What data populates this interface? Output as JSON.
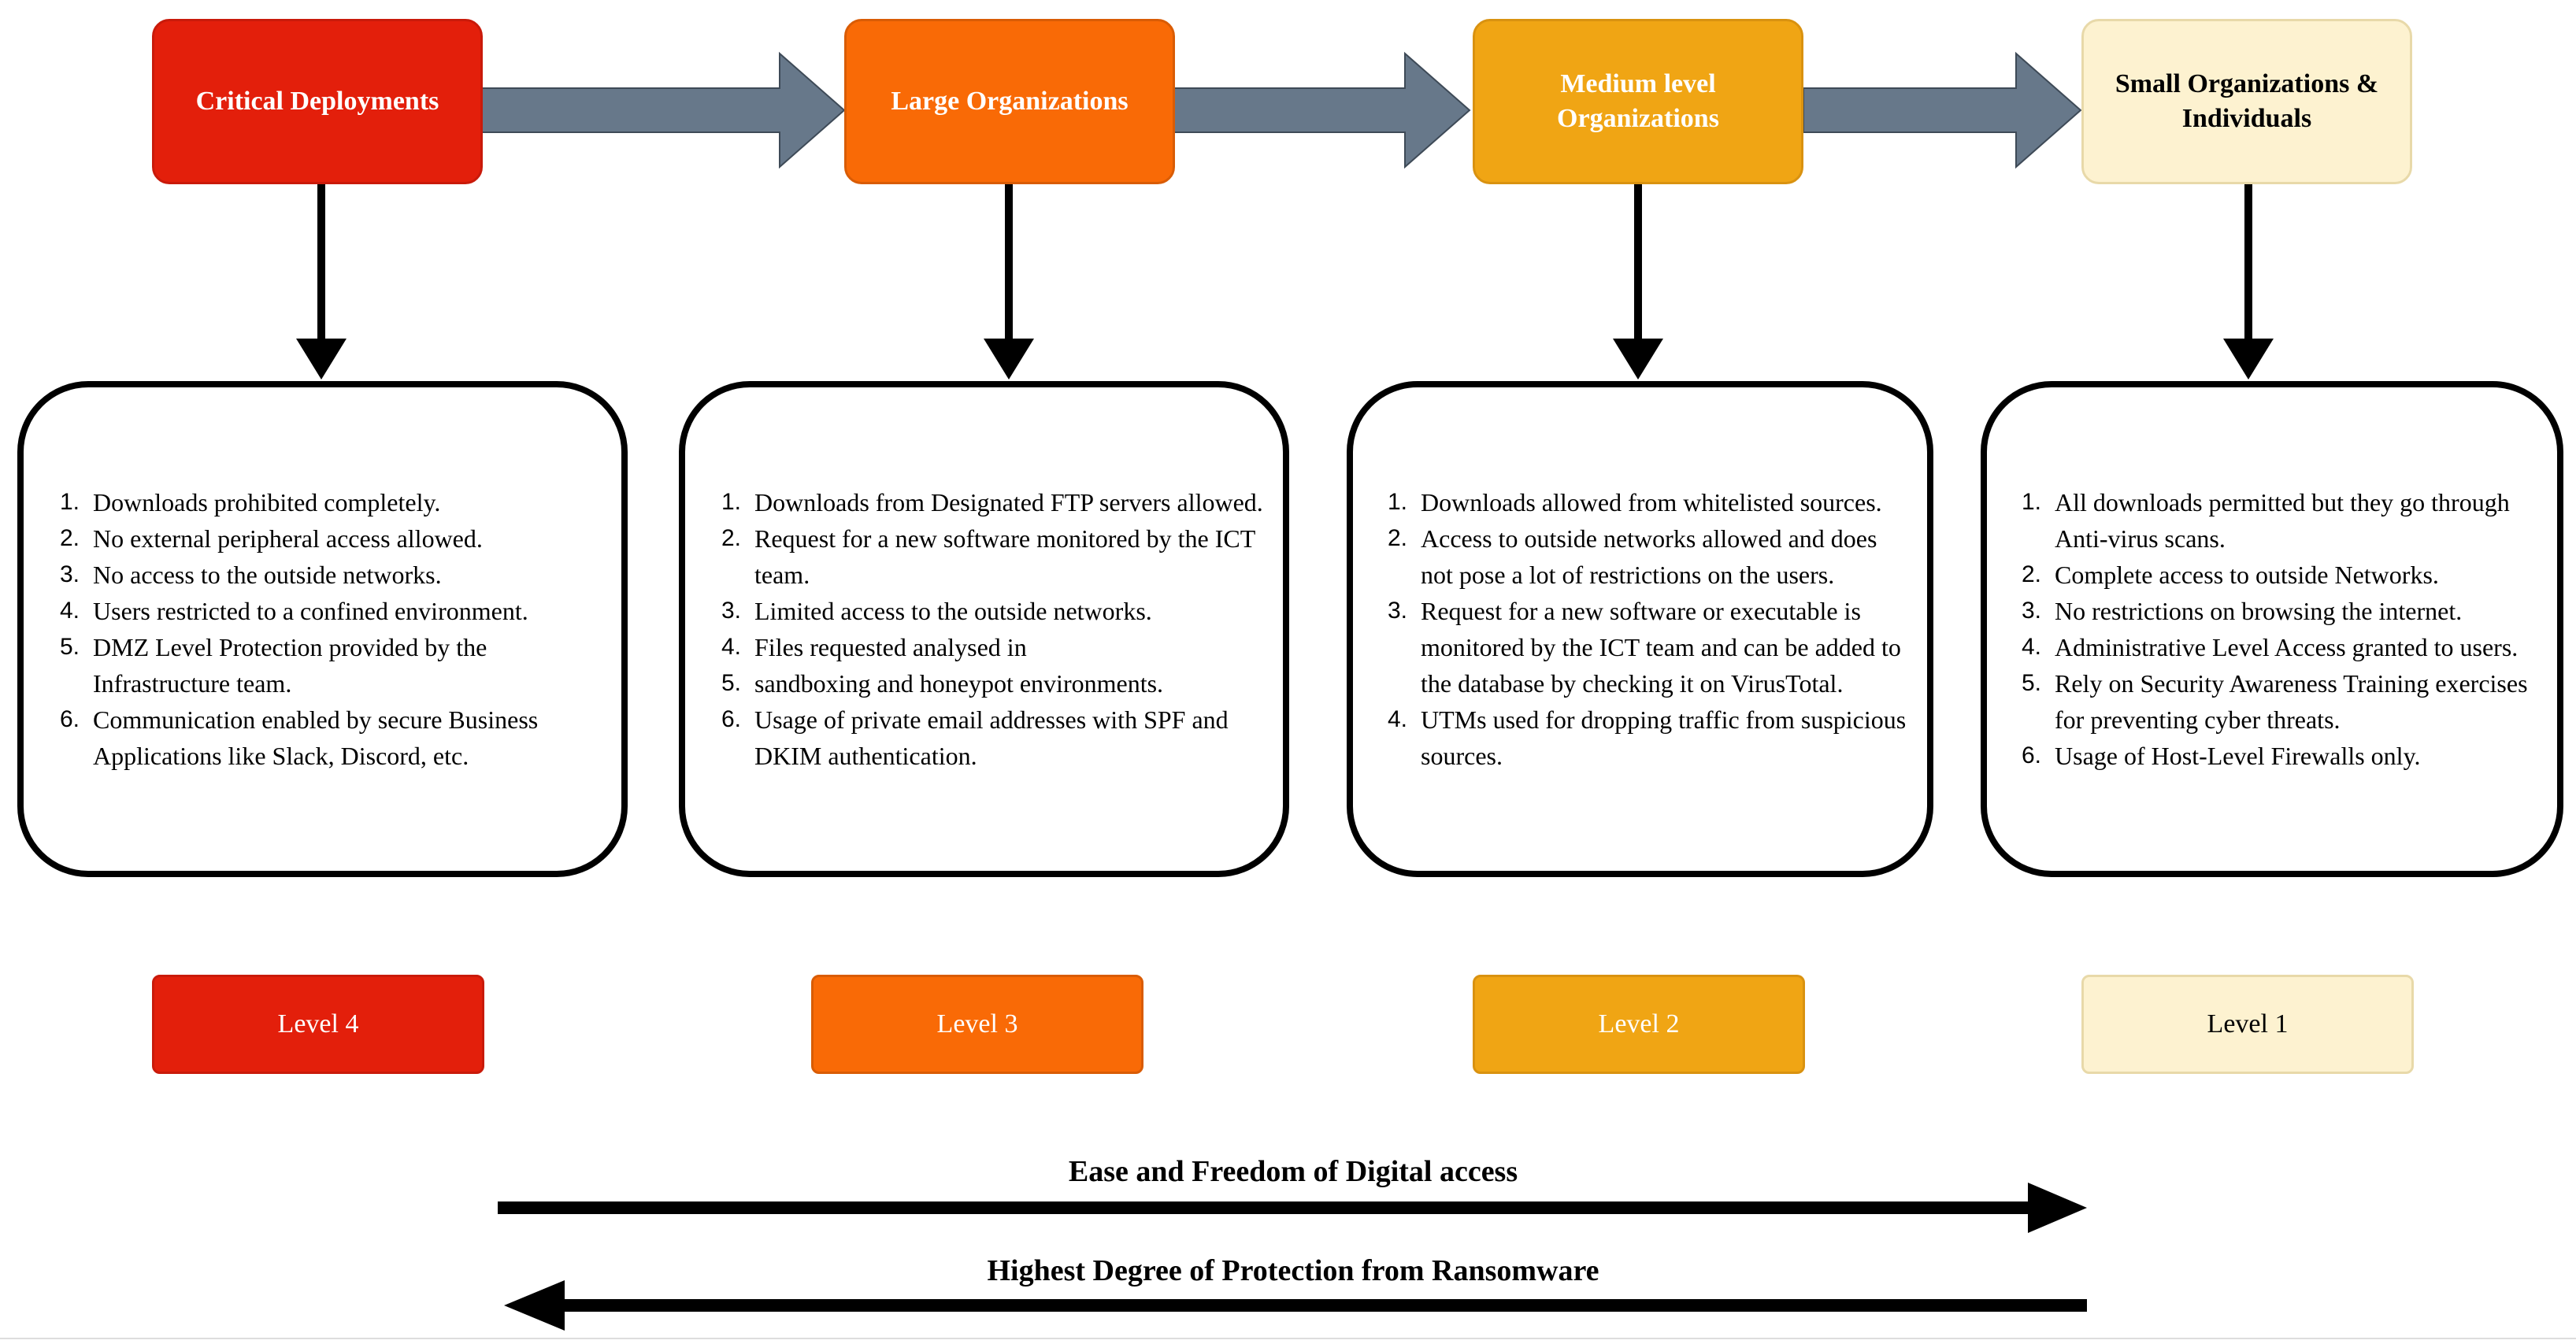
{
  "colors": {
    "level4": "#e31f0b",
    "level3": "#f96a06",
    "level2": "#f0a514",
    "level1": "#fdf2d0",
    "flow_arrow": "#67788a",
    "outline": "#000000"
  },
  "headers": [
    {
      "title": "Critical Deployments"
    },
    {
      "title": "Large Organizations"
    },
    {
      "title": "Medium level Organizations"
    },
    {
      "title": "Small Organizations & Individuals"
    }
  ],
  "descriptions": [
    {
      "items": [
        "Downloads prohibited completely.",
        "No external peripheral access allowed.",
        "No access to the outside networks.",
        "Users restricted to a confined environment.",
        "DMZ Level Protection provided by the Infrastructure team.",
        "Communication enabled by secure Business Applications like Slack, Discord, etc."
      ]
    },
    {
      "items": [
        "Downloads from Designated FTP servers allowed.",
        "Request for a new software monitored by the ICT team.",
        "Limited access to the outside networks.",
        "Files requested analysed in",
        "sandboxing and honeypot environments.",
        "Usage of private email addresses with SPF and DKIM authentication."
      ]
    },
    {
      "items": [
        "Downloads allowed from whitelisted sources.",
        "Access to outside networks allowed and does not pose a lot of restrictions on the users.",
        "Request for a new software or executable is monitored by the ICT team and can be added to the database by checking it on VirusTotal.",
        "UTMs used for dropping traffic from suspicious sources."
      ]
    },
    {
      "items": [
        "All downloads permitted but they go through Anti-virus scans.",
        "Complete access to outside Networks.",
        "No restrictions on browsing the internet.",
        "Administrative Level Access granted to users.",
        "Rely on Security Awareness Training exercises for preventing cyber threats.",
        "Usage of  Host-Level Firewalls only."
      ]
    }
  ],
  "levels": [
    {
      "label": "Level 4"
    },
    {
      "label": "Level 3"
    },
    {
      "label": "Level 2"
    },
    {
      "label": "Level 1"
    }
  ],
  "bottom": {
    "ease_label": "Ease and Freedom of  Digital access",
    "protection_label": "Highest Degree of Protection from Ransomware"
  }
}
